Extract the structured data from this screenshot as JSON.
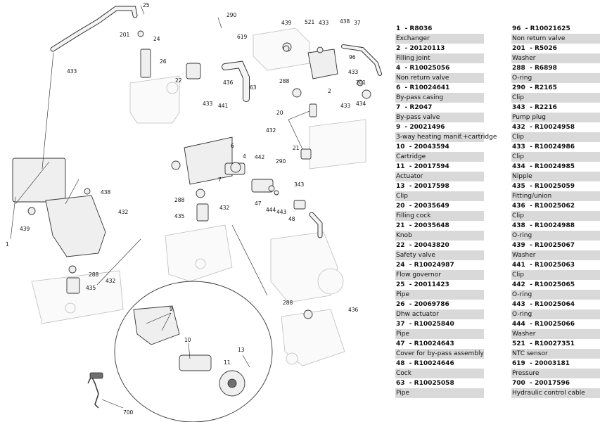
{
  "diagram": {
    "callouts": [
      "25",
      "290",
      "201",
      "24",
      "619",
      "439",
      "521",
      "433",
      "438",
      "37",
      "433",
      "26",
      "96",
      "433",
      "22",
      "433",
      "436",
      "63",
      "288",
      "201",
      "2",
      "434",
      "433",
      "441",
      "432",
      "6",
      "4",
      "20",
      "21",
      "442",
      "290",
      "343",
      "438",
      "7",
      "432",
      "288",
      "47",
      "444",
      "443",
      "48",
      "1",
      "439",
      "432",
      "435",
      "288",
      "432",
      "435",
      "9",
      "10",
      "288",
      "436",
      "13",
      "11",
      "700"
    ]
  },
  "parts_left": [
    {
      "number": "1",
      "code": "R8036",
      "desc": "Exchanger"
    },
    {
      "number": "2",
      "code": "20120113",
      "desc": "Filling joint"
    },
    {
      "number": "4",
      "code": "R10025056",
      "desc": "Non return valve"
    },
    {
      "number": "6",
      "code": "R10024641",
      "desc": "By-pass casing"
    },
    {
      "number": "7",
      "code": "R2047",
      "desc": "By-pass valve"
    },
    {
      "number": "9",
      "code": "20021496",
      "desc": "3-way heating manif.+cartridge"
    },
    {
      "number": "10",
      "code": "20043594",
      "desc": "Cartridge"
    },
    {
      "number": "11",
      "code": "20017594",
      "desc": "Actuator"
    },
    {
      "number": "13",
      "code": "20017598",
      "desc": "Clip"
    },
    {
      "number": "20",
      "code": "20035649",
      "desc": "Filling cock"
    },
    {
      "number": "21",
      "code": "20035648",
      "desc": "Knob"
    },
    {
      "number": "22",
      "code": "20043820",
      "desc": "Safety valve"
    },
    {
      "number": "24",
      "code": "R10024987",
      "desc": "Flow governor"
    },
    {
      "number": "25",
      "code": "20011423",
      "desc": "Pipe"
    },
    {
      "number": "26",
      "code": "20069786",
      "desc": "Dhw actuator"
    },
    {
      "number": "37",
      "code": "R10025840",
      "desc": "Pipe"
    },
    {
      "number": "47",
      "code": "R10024643",
      "desc": "Cover for by-pass assembly"
    },
    {
      "number": "48",
      "code": "R10024646",
      "desc": "Cock"
    },
    {
      "number": "63",
      "code": "R10025058",
      "desc": "Pipe"
    }
  ],
  "parts_right": [
    {
      "number": "96",
      "code": "R10021625",
      "desc": "Non return valve"
    },
    {
      "number": "201",
      "code": "R5026",
      "desc": "Washer"
    },
    {
      "number": "288",
      "code": "R6898",
      "desc": "O-ring"
    },
    {
      "number": "290",
      "code": "R2165",
      "desc": "Clip"
    },
    {
      "number": "343",
      "code": "R2216",
      "desc": "Pump plug"
    },
    {
      "number": "432",
      "code": "R10024958",
      "desc": "Clip"
    },
    {
      "number": "433",
      "code": "R10024986",
      "desc": "Clip"
    },
    {
      "number": "434",
      "code": "R10024985",
      "desc": "Nipple"
    },
    {
      "number": "435",
      "code": "R10025059",
      "desc": "Fitting/union"
    },
    {
      "number": "436",
      "code": "R10025062",
      "desc": "Clip"
    },
    {
      "number": "438",
      "code": "R10024988",
      "desc": "O-ring"
    },
    {
      "number": "439",
      "code": "R10025067",
      "desc": "Washer"
    },
    {
      "number": "441",
      "code": "R10025063",
      "desc": "Clip"
    },
    {
      "number": "442",
      "code": "R10025065",
      "desc": "O-ring"
    },
    {
      "number": "443",
      "code": "R10025064",
      "desc": "O-ring"
    },
    {
      "number": "444",
      "code": "R10025066",
      "desc": "Washer"
    },
    {
      "number": "521",
      "code": "R10027351",
      "desc": "NTC sensor"
    },
    {
      "number": "619",
      "code": "20003181",
      "desc": "Pressure"
    },
    {
      "number": "700",
      "code": "20017596",
      "desc": "Hydraulic control cable"
    }
  ]
}
